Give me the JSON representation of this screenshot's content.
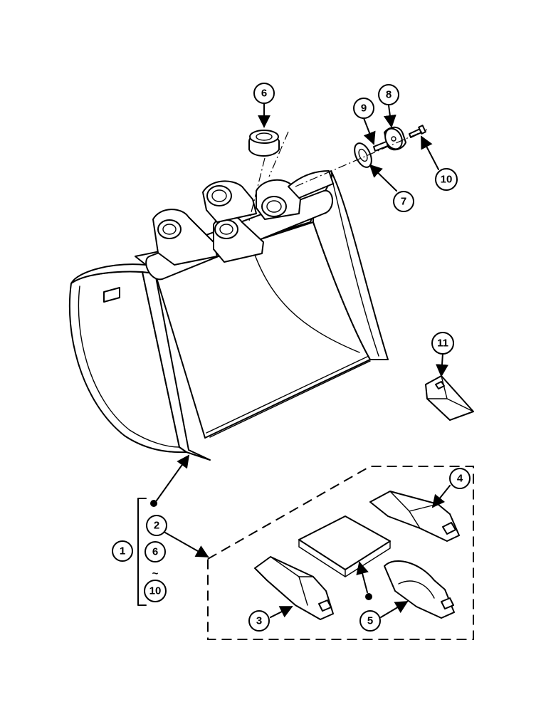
{
  "callouts": {
    "c1": "1",
    "c2": "2",
    "c3": "3",
    "c4": "4",
    "c5": "5",
    "c6_top": "6",
    "c6_list": "6",
    "c7": "7",
    "c8": "8",
    "c9": "9",
    "c10_top": "10",
    "c10_list": "10",
    "c11": "11"
  },
  "legend": {
    "range_symbol": "~"
  }
}
